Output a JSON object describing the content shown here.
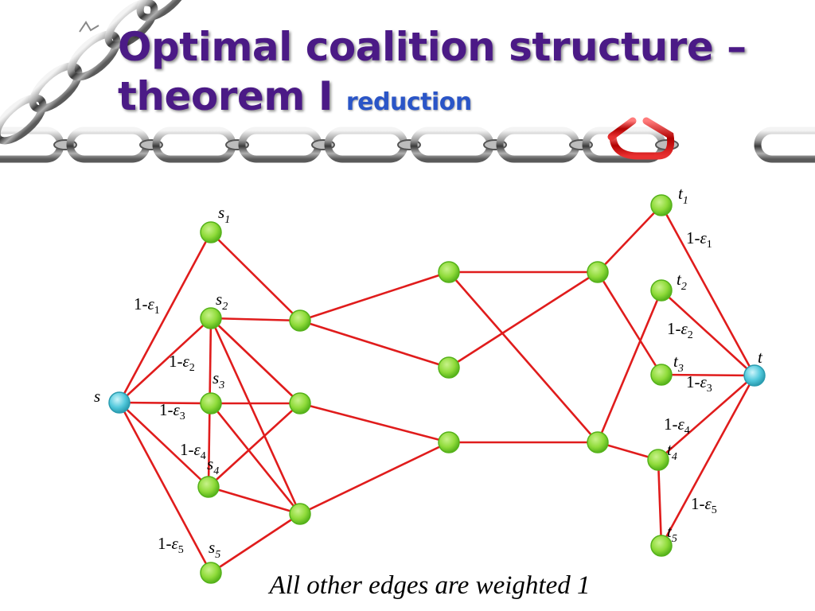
{
  "title": {
    "main": "Optimal coalition structure – theorem I",
    "sub": "reduction"
  },
  "caption": "All other edges are weighted 1",
  "colors": {
    "edge": "#e01c1c",
    "node_inner": "#8fdb3a",
    "node_outer": "#55b21a",
    "terminal": "#52c9dc",
    "title": "#4b1a86",
    "subtitle": "#2a55c7"
  },
  "graph": {
    "nodes": [
      {
        "id": "s",
        "label": "s",
        "sub": "",
        "type": "terminal"
      },
      {
        "id": "s1",
        "label": "s",
        "sub": "1",
        "type": "normal"
      },
      {
        "id": "s2",
        "label": "s",
        "sub": "2",
        "type": "normal"
      },
      {
        "id": "s3",
        "label": "s",
        "sub": "3",
        "type": "normal"
      },
      {
        "id": "s4",
        "label": "s",
        "sub": "4",
        "type": "normal"
      },
      {
        "id": "s5",
        "label": "s",
        "sub": "5",
        "type": "normal"
      },
      {
        "id": "a1",
        "label": "",
        "sub": "",
        "type": "normal"
      },
      {
        "id": "a2",
        "label": "",
        "sub": "",
        "type": "normal"
      },
      {
        "id": "a3",
        "label": "",
        "sub": "",
        "type": "normal"
      },
      {
        "id": "b1",
        "label": "",
        "sub": "",
        "type": "normal"
      },
      {
        "id": "b2",
        "label": "",
        "sub": "",
        "type": "normal"
      },
      {
        "id": "b3",
        "label": "",
        "sub": "",
        "type": "normal"
      },
      {
        "id": "c1",
        "label": "",
        "sub": "",
        "type": "normal"
      },
      {
        "id": "c2",
        "label": "",
        "sub": "",
        "type": "normal"
      },
      {
        "id": "t1",
        "label": "t",
        "sub": "1",
        "type": "normal"
      },
      {
        "id": "t2",
        "label": "t",
        "sub": "2",
        "type": "normal"
      },
      {
        "id": "t3",
        "label": "t",
        "sub": "3",
        "type": "normal"
      },
      {
        "id": "t4",
        "label": "t",
        "sub": "4",
        "type": "normal"
      },
      {
        "id": "t5",
        "label": "t",
        "sub": "5",
        "type": "normal"
      },
      {
        "id": "t",
        "label": "t",
        "sub": "",
        "type": "terminal"
      }
    ],
    "edges": [
      {
        "from": "s",
        "to": "s1",
        "weight": "1-",
        "eps": "ε",
        "sub": "1"
      },
      {
        "from": "s",
        "to": "s2",
        "weight": "1-",
        "eps": "ε",
        "sub": "2"
      },
      {
        "from": "s",
        "to": "s3",
        "weight": "1-",
        "eps": "ε",
        "sub": "3"
      },
      {
        "from": "s",
        "to": "s4",
        "weight": "1-",
        "eps": "ε",
        "sub": "4"
      },
      {
        "from": "s",
        "to": "s5",
        "weight": "1-",
        "eps": "ε",
        "sub": "5"
      },
      {
        "from": "s1",
        "to": "a1"
      },
      {
        "from": "s2",
        "to": "a1"
      },
      {
        "from": "s2",
        "to": "a2"
      },
      {
        "from": "s2",
        "to": "a3"
      },
      {
        "from": "s2",
        "to": "s4"
      },
      {
        "from": "s3",
        "to": "a2"
      },
      {
        "from": "s3",
        "to": "a3"
      },
      {
        "from": "s4",
        "to": "a2"
      },
      {
        "from": "s4",
        "to": "a3"
      },
      {
        "from": "s5",
        "to": "a3"
      },
      {
        "from": "a1",
        "to": "b1"
      },
      {
        "from": "a1",
        "to": "b2"
      },
      {
        "from": "a2",
        "to": "b3"
      },
      {
        "from": "a3",
        "to": "b3"
      },
      {
        "from": "b1",
        "to": "c1"
      },
      {
        "from": "b1",
        "to": "c2"
      },
      {
        "from": "b2",
        "to": "c1"
      },
      {
        "from": "b3",
        "to": "c2"
      },
      {
        "from": "c1",
        "to": "t1"
      },
      {
        "from": "c1",
        "to": "t3"
      },
      {
        "from": "c2",
        "to": "t2"
      },
      {
        "from": "c2",
        "to": "t4"
      },
      {
        "from": "t4",
        "to": "t5"
      },
      {
        "from": "t1",
        "to": "t",
        "weight": "1-",
        "eps": "ε",
        "sub": "1"
      },
      {
        "from": "t2",
        "to": "t",
        "weight": "1-",
        "eps": "ε",
        "sub": "2"
      },
      {
        "from": "t3",
        "to": "t",
        "weight": "1-",
        "eps": "ε",
        "sub": "3"
      },
      {
        "from": "t4",
        "to": "t",
        "weight": "1-",
        "eps": "ε",
        "sub": "4"
      },
      {
        "from": "t5",
        "to": "t",
        "weight": "1-",
        "eps": "ε",
        "sub": "5"
      }
    ]
  }
}
